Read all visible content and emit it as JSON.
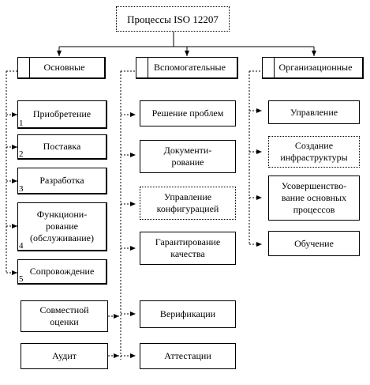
{
  "title": "Процессы ISO 12207",
  "categories": {
    "main": "Основные",
    "support": "Вспомогательные",
    "org": "Организационные"
  },
  "main_processes": [
    {
      "label": "Приобретение",
      "num": "1"
    },
    {
      "label": "Поставка",
      "num": "2"
    },
    {
      "label": "Разработка",
      "num": "3"
    },
    {
      "label": "Функциони-\nрование\n(обслуживание)",
      "num": "4"
    },
    {
      "label": "Сопровождение",
      "num": "5"
    }
  ],
  "support_processes": [
    "Решение проблем",
    "Документи-\nрование",
    "Управление\nконфигурацией",
    "Гарантирование\nкачества",
    "Верификации",
    "Аттестации"
  ],
  "joint_processes": [
    "Совместной\nоценки",
    "Аудит"
  ],
  "org_processes": [
    "Управление",
    "Создание\nинфраструктуры",
    "Усовершенство-\nвание основных\nпроцессов",
    "Обучение"
  ]
}
